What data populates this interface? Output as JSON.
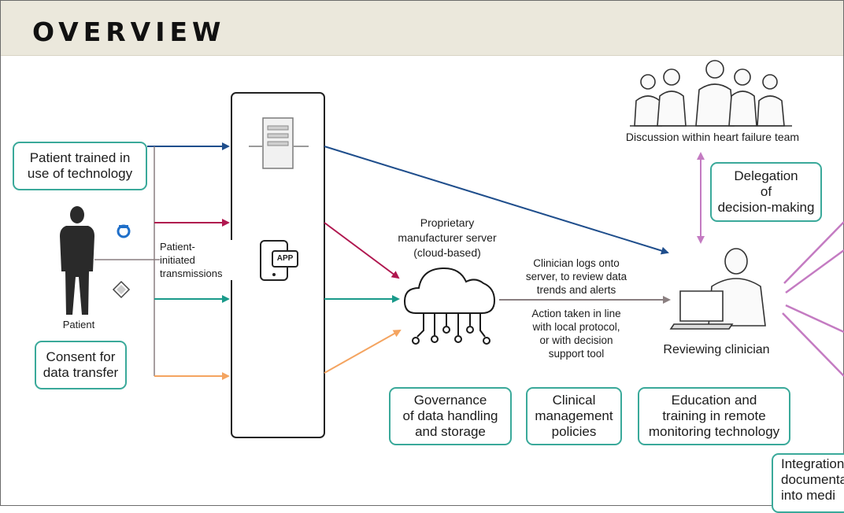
{
  "header": {
    "title": "OVERVIEW"
  },
  "boxes": {
    "patient_trained": "Patient trained in\nuse of technology",
    "consent": "Consent for\ndata transfer",
    "delegation": "Delegation\nof\ndecision-making",
    "governance": "Governance\nof data handling\nand storage",
    "clinical_mgmt": "Clinical\nmanagement\npolicies",
    "education": "Education and\ntraining in remote\nmonitoring technology",
    "integration": "Integration\ndocumenta\ninto medi"
  },
  "labels": {
    "patient": "Patient",
    "patient_initiated": "Patient-\ninitiated\ntransmissions",
    "server": "Proprietary\nmanufacturer server\n(cloud-based)",
    "clinician_logs": "Clinician logs onto\nserver, to review data\ntrends and alerts",
    "action_taken": "Action taken in line\nwith local protocol,\nor with decision\nsupport tool",
    "reviewing_clinician": "Reviewing clinician",
    "hf_team": "Discussion within heart failure team",
    "app_icon": "APP"
  },
  "colors": {
    "teal_border": "#3aa99a",
    "blue_arrow": "#1f4e8c",
    "red_arrow": "#b0174f",
    "teal_arrow": "#1a9a8a",
    "orange_arrow": "#f4a460",
    "purple_arrow": "#c47bc2",
    "header_bg": "#ebe8dc"
  }
}
